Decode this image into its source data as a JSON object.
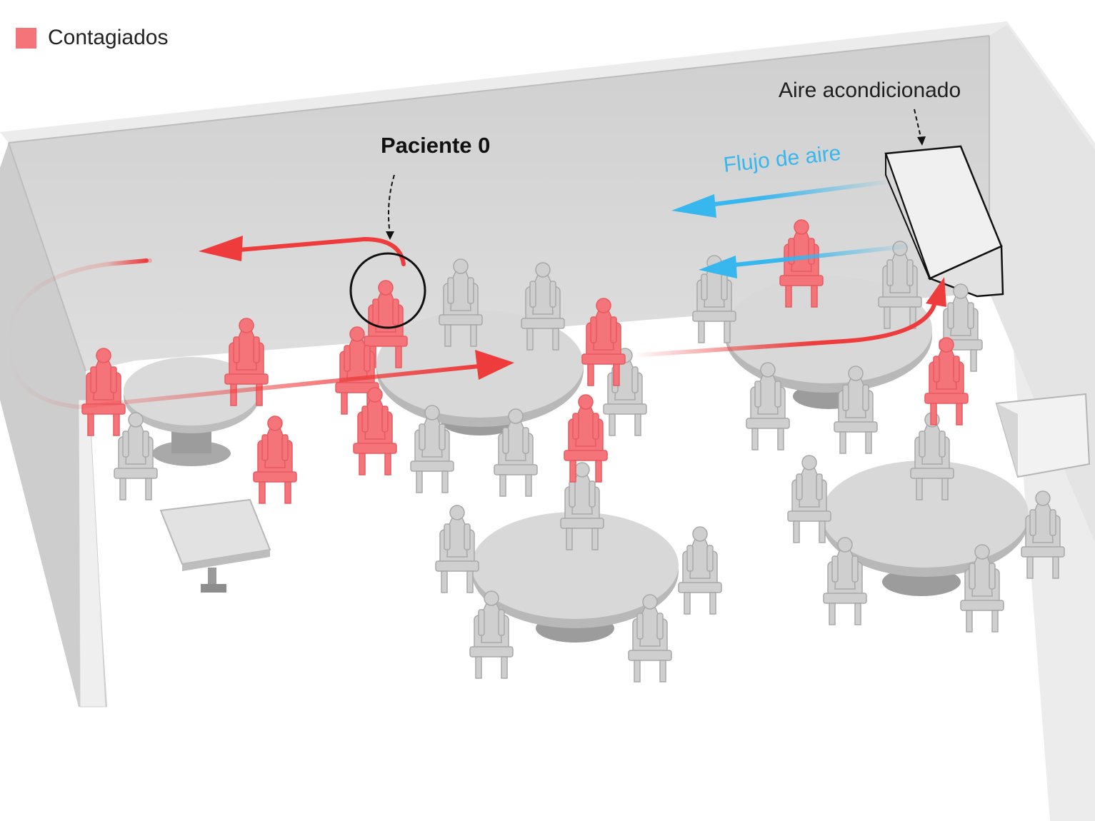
{
  "legend": {
    "label": "Contagiados",
    "color": "#f47479"
  },
  "labels": {
    "air_conditioner": "Aire acondicionado",
    "patient_zero": "Paciente 0",
    "airflow": "Flujo de aire"
  },
  "colors": {
    "infected": "#f47479",
    "infection_path": "#ee3b3b",
    "airflow": "#38b6ee",
    "wall": "#d9d9d9",
    "furniture": "#d0d0d0"
  }
}
